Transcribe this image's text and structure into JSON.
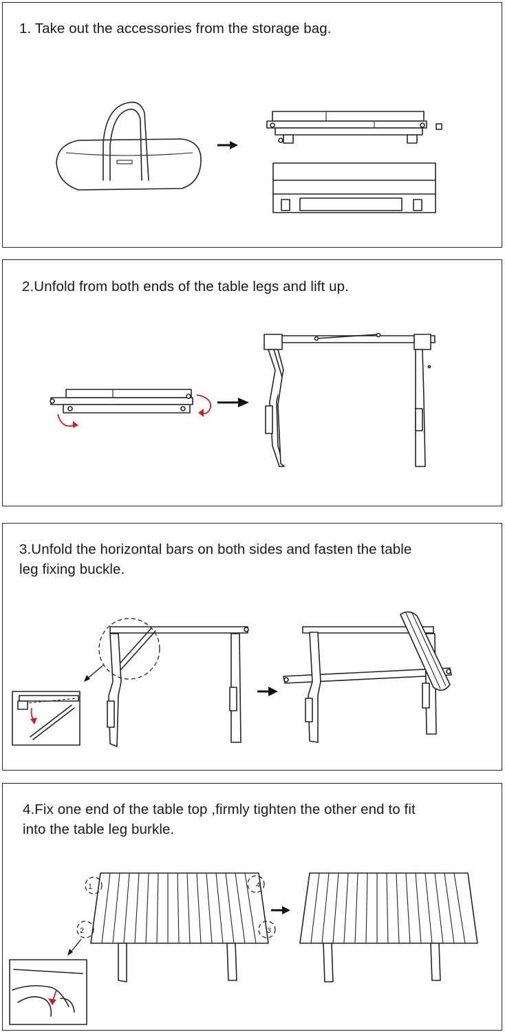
{
  "steps": [
    {
      "text": "1. Take out the accessories from the storage bag."
    },
    {
      "text": "2.Unfold from both ends of the table legs and lift up."
    },
    {
      "text": "3.Unfold the horizontal bars on both sides and fasten the table\n   leg fixing buckle."
    },
    {
      "text": "4.Fix one end of the table top ,firmly tighten the other end to fit\n   into the table leg burkle."
    }
  ],
  "callouts": {
    "c1": "1",
    "c2": "2",
    "c3": "3",
    "c4": "4"
  },
  "colors": {
    "line": "#222222",
    "accent": "#c8202a"
  }
}
